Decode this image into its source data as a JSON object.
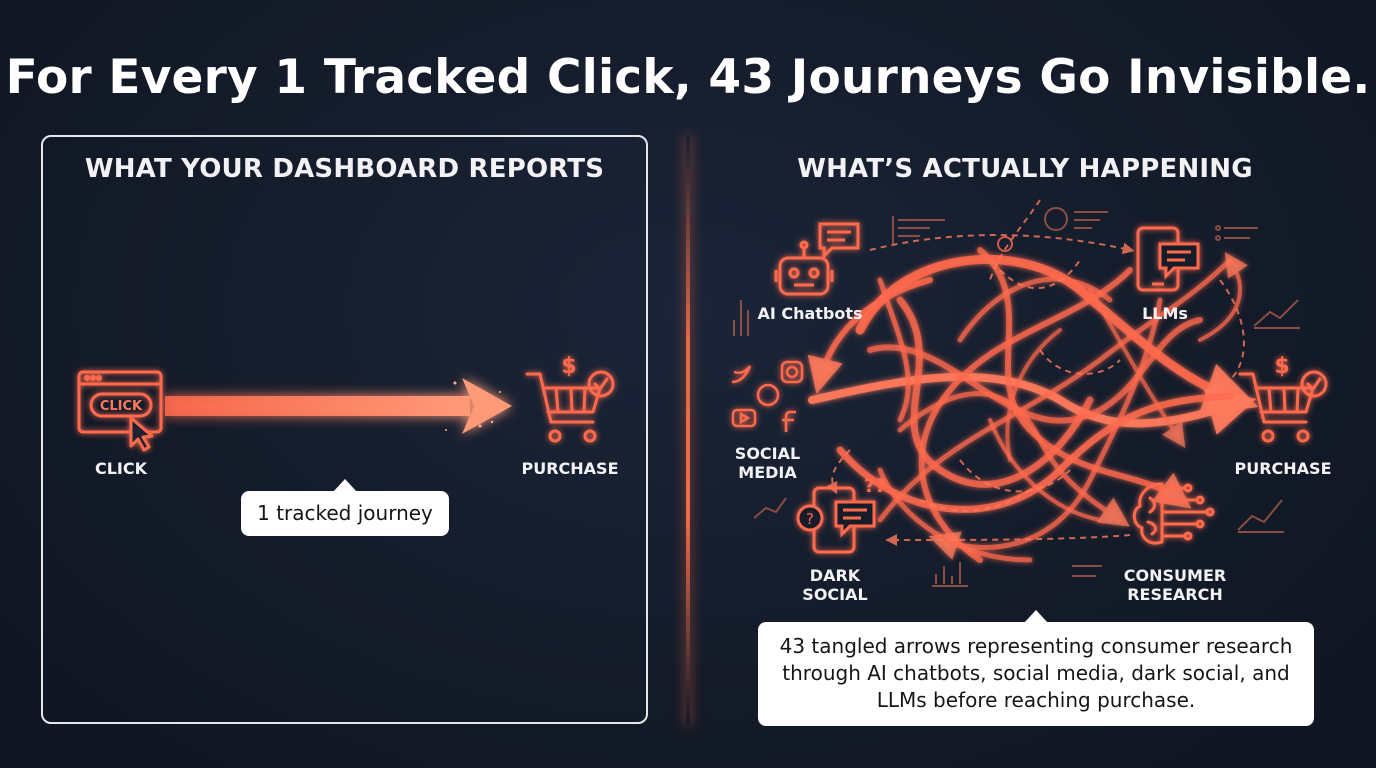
{
  "title": "For Every 1 Tracked Click, 43 Journeys Go Invisible.",
  "left": {
    "heading": "WHAT YOUR DASHBOARD REPORTS",
    "click_button": "CLICK",
    "click_label": "CLICK",
    "purchase_label": "PURCHASE",
    "callout": "1 tracked journey"
  },
  "right": {
    "heading": "WHAT’S ACTUALLY HAPPENING",
    "nodes": {
      "ai_chatbots": "AI Chatbots",
      "llms": "LLMs",
      "social_line1": "SOCIAL",
      "social_line2": "MEDIA",
      "dark_line1": "DARK",
      "dark_line2": "SOCIAL",
      "consumer_line1": "CONSUMER",
      "consumer_line2": "RESEARCH",
      "purchase": "PURCHASE"
    },
    "question_marks": "??",
    "callout_line1": "43 tangled arrows representing consumer research",
    "callout_line2": "through AI chatbots, social media, dark social, and",
    "callout_line3": "LLMs before reaching purchase."
  },
  "colors": {
    "accent": "#ff6a4d",
    "accent_light": "#ff9a80",
    "background": "#141c2b",
    "text": "#ffffff"
  }
}
